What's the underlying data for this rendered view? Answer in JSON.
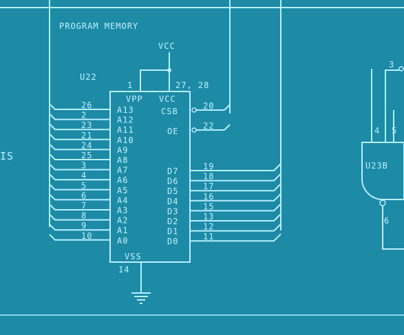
{
  "diagram": {
    "section_title": "PROGRAM MEMORY",
    "chip": {
      "ref": "U22",
      "vpp_pin": "1",
      "vpp_label": "VPP",
      "vcc_label": "VCC",
      "vcc_pins": "27, 28",
      "vss_label": "VSS",
      "vss_pin": "14",
      "csb_label": "CSB",
      "csb_pin": "20",
      "oe_label": "OE",
      "oe_pin": "22",
      "address_pins": [
        {
          "label": "A13",
          "pin": "26"
        },
        {
          "label": "A12",
          "pin": "2"
        },
        {
          "label": "A11",
          "pin": "23"
        },
        {
          "label": "A10",
          "pin": "21"
        },
        {
          "label": "A9",
          "pin": "24"
        },
        {
          "label": "A8",
          "pin": "25"
        },
        {
          "label": "A7",
          "pin": "3"
        },
        {
          "label": "A6",
          "pin": "4"
        },
        {
          "label": "A5",
          "pin": "5"
        },
        {
          "label": "A4",
          "pin": "6"
        },
        {
          "label": "A3",
          "pin": "7"
        },
        {
          "label": "A2",
          "pin": "8"
        },
        {
          "label": "A1",
          "pin": "9"
        },
        {
          "label": "A0",
          "pin": "10"
        }
      ],
      "data_pins": [
        {
          "label": "D7",
          "pin": "19"
        },
        {
          "label": "D6",
          "pin": "18"
        },
        {
          "label": "D5",
          "pin": "17"
        },
        {
          "label": "D4",
          "pin": "16"
        },
        {
          "label": "D3",
          "pin": "15"
        },
        {
          "label": "D2",
          "pin": "13"
        },
        {
          "label": "D1",
          "pin": "12"
        },
        {
          "label": "D0",
          "pin": "11"
        }
      ]
    },
    "power_label": "VCC",
    "gate": {
      "ref": "U23B",
      "pin_a": "4",
      "pin_b": "5",
      "pin_out": "6",
      "pin_top": "3"
    },
    "edge_text": "IS"
  }
}
